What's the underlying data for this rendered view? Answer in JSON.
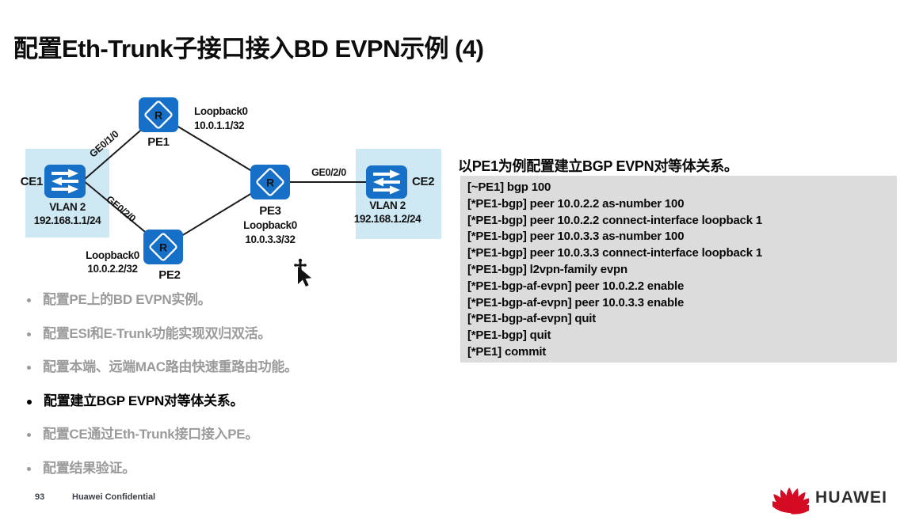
{
  "slide": {
    "title": "配置Eth-Trunk子接口接入BD EVPN示例 (4)",
    "page_number": "93",
    "confidential": "Huawei Confidential",
    "brand": "HUAWEI"
  },
  "diagram": {
    "router_letter": "R",
    "nodes": {
      "ce1": {
        "label": "CE1",
        "line1": "VLAN 2",
        "line2": "192.168.1.1/24"
      },
      "pe1": {
        "label": "PE1",
        "line1": "Loopback0",
        "line2": "10.0.1.1/32"
      },
      "pe2": {
        "label": "PE2",
        "line1": "Loopback0",
        "line2": "10.0.2.2/32"
      },
      "pe3": {
        "label": "PE3",
        "line1": "Loopback0",
        "line2": "10.0.3.3/32"
      },
      "ce2": {
        "label": "CE2",
        "line1": "VLAN 2",
        "line2": "192.168.1.2/24"
      }
    },
    "link_labels": {
      "ce1_pe1": "GE0/1/0",
      "ce1_pe2": "GE0/2/0",
      "pe3_ce2": "GE0/2/0"
    }
  },
  "bullets": [
    {
      "text": "配置PE上的BD EVPN实例。",
      "emphasis": false
    },
    {
      "text": "配置ESI和E-Trunk功能实现双归双活。",
      "emphasis": false
    },
    {
      "text": "配置本端、远端MAC路由快速重路由功能。",
      "emphasis": false
    },
    {
      "text": "配置建立BGP EVPN对等体关系。",
      "emphasis": true
    },
    {
      "text": "配置CE通过Eth-Trunk接口接入PE。",
      "emphasis": false
    },
    {
      "text": "配置结果验证。",
      "emphasis": false
    }
  ],
  "config_panel": {
    "heading": "以PE1为例配置建立BGP EVPN对等体关系。",
    "code_lines": [
      "[~PE1] bgp 100",
      "[*PE1-bgp] peer 10.0.2.2 as-number 100",
      "[*PE1-bgp] peer 10.0.2.2 connect-interface loopback 1",
      "[*PE1-bgp] peer 10.0.3.3 as-number 100",
      "[*PE1-bgp] peer 10.0.3.3 connect-interface loopback 1",
      "[*PE1-bgp] l2vpn-family evpn",
      "[*PE1-bgp-af-evpn] peer 10.0.2.2 enable",
      "[*PE1-bgp-af-evpn] peer 10.0.3.3 enable",
      "[*PE1-bgp-af-evpn] quit",
      "[*PE1-bgp] quit",
      "[*PE1] commit"
    ]
  },
  "colors": {
    "icon_blue": "#1670c8",
    "node_bg_light_blue": "#cfe9f4",
    "code_bg": "#dcdcdc",
    "bullet_gray": "#9b9b9b",
    "huawei_red": "#d40b22"
  }
}
